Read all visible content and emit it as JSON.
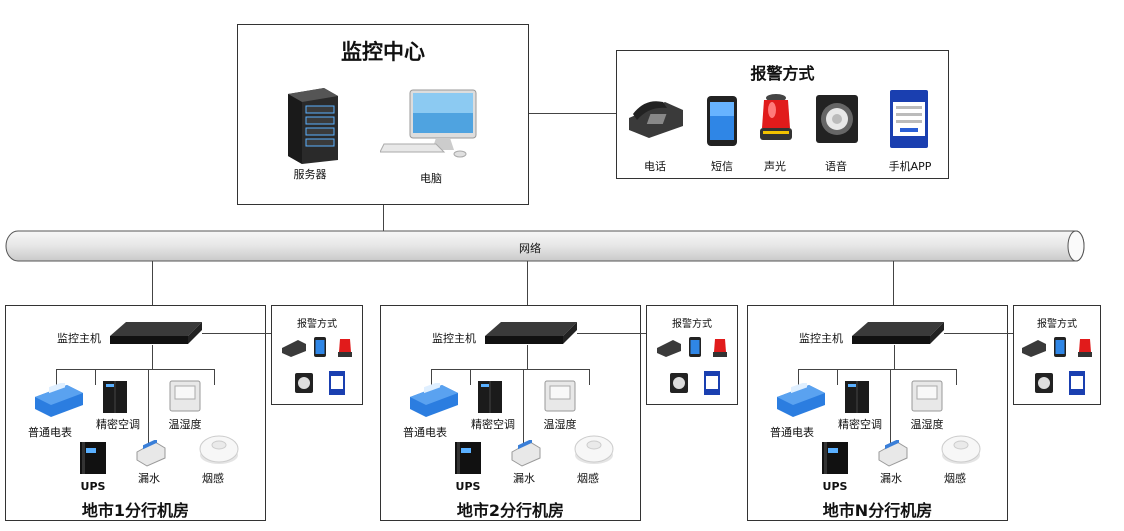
{
  "center": {
    "title": "监控中心",
    "server_label": "服务器",
    "computer_label": "电脑"
  },
  "alarm_main": {
    "title": "报警方式",
    "items": [
      "电话",
      "短信",
      "声光",
      "语音",
      "手机APP"
    ]
  },
  "network_label": "网络",
  "branches": [
    {
      "host_label": "监控主机",
      "devices": {
        "meter": "普通电表",
        "ac": "精密空调",
        "thermo": "温湿度",
        "ups": "UPS",
        "leak": "漏水",
        "smoke": "烟感"
      },
      "alarm_title": "报警方式",
      "name": "地市1分行机房"
    },
    {
      "host_label": "监控主机",
      "devices": {
        "meter": "普通电表",
        "ac": "精密空调",
        "thermo": "温湿度",
        "ups": "UPS",
        "leak": "漏水",
        "smoke": "烟感"
      },
      "alarm_title": "报警方式",
      "name": "地市2分行机房"
    },
    {
      "host_label": "监控主机",
      "devices": {
        "meter": "普通电表",
        "ac": "精密空调",
        "thermo": "温湿度",
        "ups": "UPS",
        "leak": "漏水",
        "smoke": "烟感"
      },
      "alarm_title": "报警方式",
      "name": "地市N分行机房"
    }
  ],
  "colors": {
    "network_fill": "#e6e6e6",
    "alarm_red": "#e11b1b",
    "phone_blue": "#1e6fd9",
    "meter_blue": "#2b7de0"
  }
}
